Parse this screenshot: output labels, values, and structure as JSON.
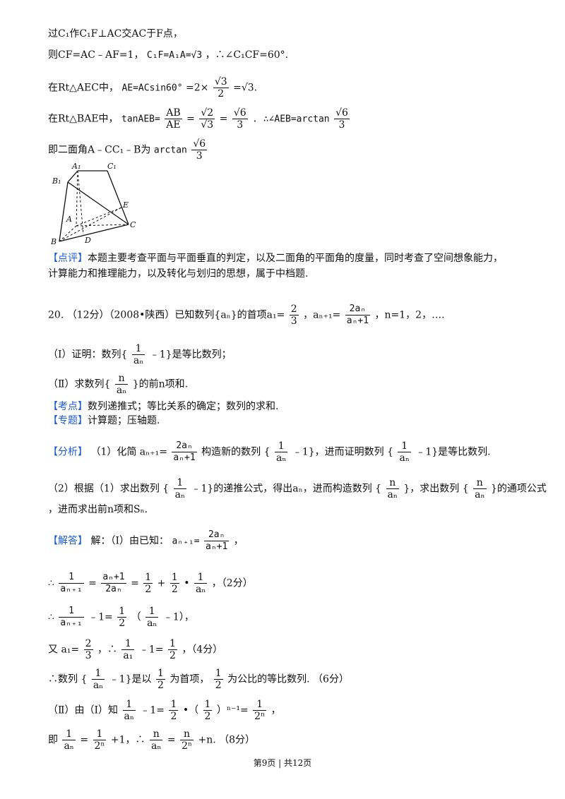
{
  "lines": {
    "l1": "过C₁作C₁F⊥AC交AC于F点，",
    "l2a": "则CF=AC﹣AF=1，",
    "l2b": "C₁F=A₁A=√3",
    "l2c": "，∴∠C₁CF=60°.",
    "l3a": "在Rt△AEC中，",
    "l3b": "AE=ACsin60°",
    "l3c": "=2×",
    "l3n": "√3",
    "l3d": "2",
    "l3e": "=√3.",
    "l4a": "在Rt△BAE中，",
    "l4b": "tanAEB=",
    "l4n1": "AB",
    "l4d1": "AE",
    "l4eq": "=",
    "l4n2": "√2",
    "l4d2": "√3",
    "l4n3": "√6",
    "l4d3": "3",
    "l4c": ". ∴∠AEB=arctan",
    "l4n4": "√6",
    "l4d4": "3",
    "l5a": "即二面角A﹣CC₁﹣B为",
    "l5b": "arctan",
    "l5n": "√6",
    "l5d": "3",
    "remark_tag": "【点评】",
    "remark1": "本题主要考查平面与平面垂直的判定，以及二面角的平面角的度量，同时考查了空间想象能力，",
    "remark2": "计算能力和推理能力，以及转化与划归的思想，属于中档题.",
    "q_head": "20. （12分）（2008•陕西）已知数列{aₙ}的首项a₁=",
    "q_n1": "2",
    "q_d1": "3",
    "q_mid": "，aₙ₊₁=",
    "q_n2": "2aₙ",
    "q_d2": "aₙ+1",
    "q_tail": "，n=1，2，….",
    "part1": "（Ⅰ）证明：数列{",
    "part1n": "1",
    "part1d": "aₙ",
    "part1t": "﹣1}是等比数列；",
    "part2": "（Ⅱ）求数列{",
    "part2n": "n",
    "part2d": "aₙ",
    "part2t": "}的前n项和.",
    "kd_tag": "【考点】",
    "kd": "数列递推式；等比关系的确定；数列的求和.",
    "zt_tag": "【专题】",
    "zt": "计算题；压轴题.",
    "fx_tag": "【分析】",
    "fx1a": "（1）化简 aₙ₊₁=",
    "fx1n": "2aₙ",
    "fx1d": "aₙ+1",
    "fx1b": "构造新的数列 {",
    "fx1n2": "1",
    "fx1d2": "aₙ",
    "fx1c": "﹣1}，进而证明数列 {",
    "fx1n3": "1",
    "fx1d3": "aₙ",
    "fx1e": "﹣1}是等比数列.",
    "fx2a": "（2）根据（1）求出数列 {",
    "fx2n1": "1",
    "fx2d1": "aₙ",
    "fx2b": "﹣1}的递推公式，得出aₙ，进而构造数列 {",
    "fx2n2": "n",
    "fx2d2": "aₙ",
    "fx2c": "}，求出数列 {",
    "fx2n3": "n",
    "fx2d3": "aₙ",
    "fx2e": "}的通项公式",
    "fx3": "，进而求出前n项和Sₙ.",
    "jd_tag": "【解答】",
    "jd1a": "解：（Ⅰ）由已知：",
    "jd1b": "aₙ₊₁=",
    "jd1n": "2aₙ",
    "jd1d": "aₙ+1",
    "jd1c": "，",
    "s1a": "∴",
    "s1n1": "1",
    "s1d1": "aₙ₊₁",
    "s1eq": "=",
    "s1n2": "aₙ+1",
    "s1d2": "2aₙ",
    "s1eq2": "=",
    "s1n3": "1",
    "s1d3": "2",
    "s1plus": "+",
    "s1n4": "1",
    "s1d4": "2",
    "s1dot": "•",
    "s1n5": "1",
    "s1d5": "aₙ",
    "s1t": "，（2分）",
    "s2a": "∴",
    "s2n1": "1",
    "s2d1": "aₙ₊₁",
    "s2b": "﹣1=",
    "s2n2": "1",
    "s2d2": "2",
    "s2c": "（",
    "s2n3": "1",
    "s2d3": "aₙ",
    "s2t": "﹣1），",
    "s3a": "又 a₁=",
    "s3n1": "2",
    "s3d1": "3",
    "s3b": "，∴",
    "s3n2": "1",
    "s3d2": "a₁",
    "s3c": "﹣1=",
    "s3n3": "1",
    "s3d3": "2",
    "s3t": "，（4分）",
    "s4a": "∴数列 {",
    "s4n1": "1",
    "s4d1": "aₙ",
    "s4b": "﹣1}是以",
    "s4n2": "1",
    "s4d2": "2",
    "s4c": "为首项，",
    "s4n3": "1",
    "s4d3": "2",
    "s4t": "为公比的等比数列. （6分）",
    "s5a": "（Ⅱ）由（Ⅰ）知",
    "s5n1": "1",
    "s5d1": "aₙ",
    "s5b": "﹣1=",
    "s5n2": "1",
    "s5d2": "2",
    "s5c": "•（",
    "s5n3": "1",
    "s5d3": "2",
    "s5d": "）ⁿ⁻¹=",
    "s5n4": "1",
    "s5d4": "2ⁿ",
    "s5t": "，",
    "s6a": "即",
    "s6n1": "1",
    "s6d1": "aₙ",
    "s6b": "=",
    "s6n2": "1",
    "s6d2": "2ⁿ",
    "s6c": "+1，∴",
    "s6n3": "n",
    "s6d3": "aₙ",
    "s6e": "=",
    "s6n4": "n",
    "s6d4": "2ⁿ",
    "s6t": "+n. （8分）"
  },
  "figure": {
    "labels": [
      "A₁",
      "C₁",
      "B₁",
      "A",
      "E",
      "C",
      "B",
      "D"
    ]
  },
  "footer": "第9页 | 共12页",
  "colors": {
    "tag": "#1a5bd8",
    "text": "#111111"
  }
}
